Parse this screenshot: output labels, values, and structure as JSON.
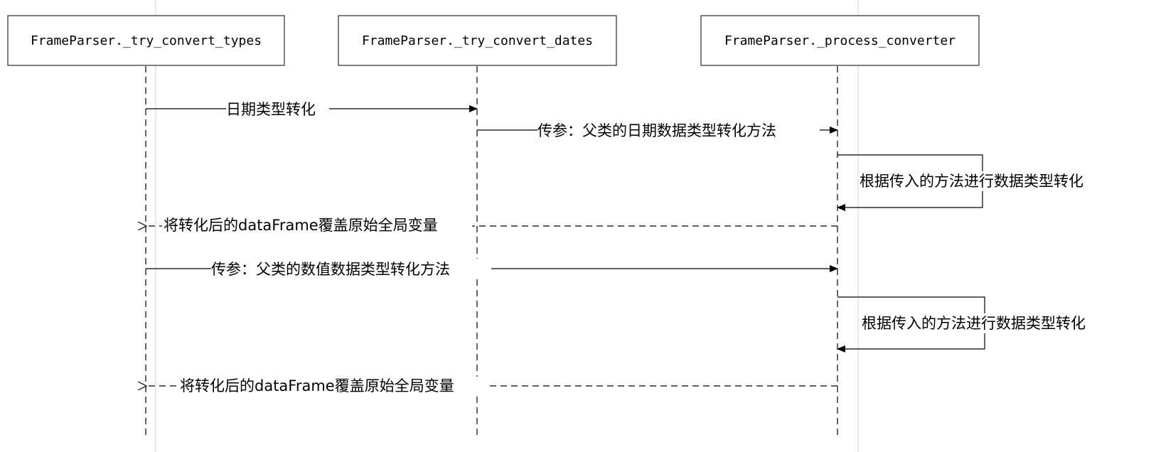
{
  "participants": [
    {
      "name": "FrameParser._try_convert_types"
    },
    {
      "name": "FrameParser._try_convert_dates"
    },
    {
      "name": "FrameParser._process_converter"
    }
  ],
  "messages": [
    {
      "from": 0,
      "to": 1,
      "kind": "call",
      "label": "日期类型转化"
    },
    {
      "from": 1,
      "to": 2,
      "kind": "call",
      "label": "传参：父类的日期数据类型转化方法"
    },
    {
      "from": 2,
      "to": 2,
      "kind": "self",
      "label": "根据传入的方法进行数据类型转化"
    },
    {
      "from": 2,
      "to": 0,
      "kind": "return",
      "label": "将转化后的dataFrame覆盖原始全局变量"
    },
    {
      "from": 0,
      "to": 2,
      "kind": "call",
      "label": "传参：父类的数值数据类型转化方法"
    },
    {
      "from": 2,
      "to": 2,
      "kind": "self",
      "label": "根据传入的方法进行数据类型转化"
    },
    {
      "from": 2,
      "to": 0,
      "kind": "return",
      "label": "将转化后的dataFrame覆盖原始全局变量"
    }
  ]
}
